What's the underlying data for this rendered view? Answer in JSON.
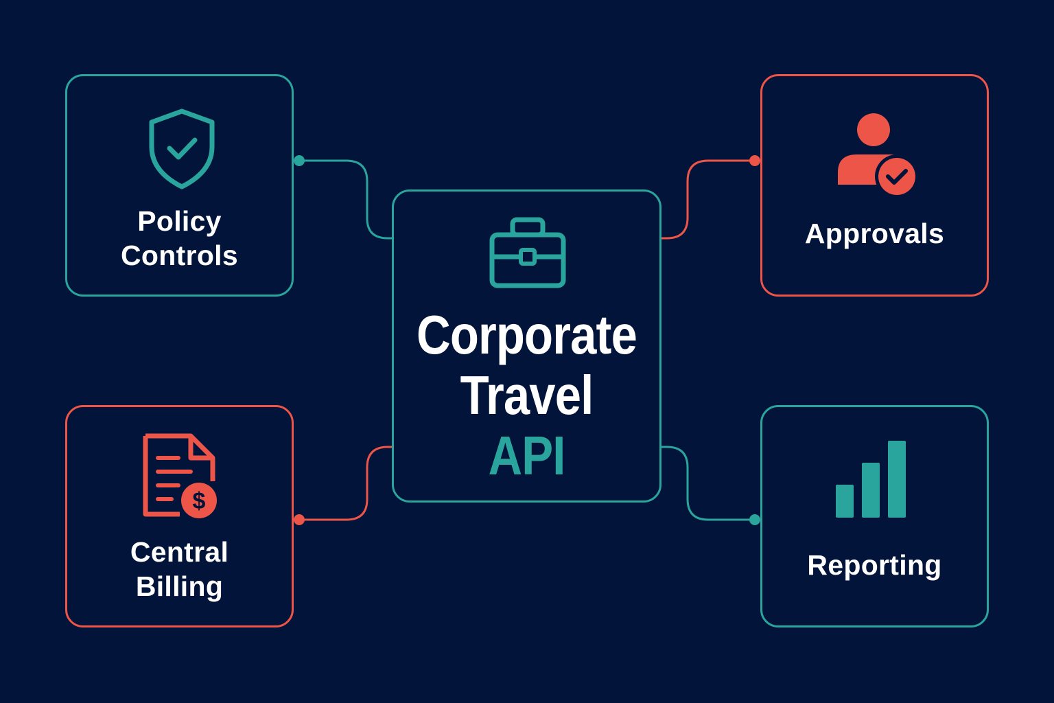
{
  "colors": {
    "background": "#03143a",
    "teal": "#2aa59e",
    "coral": "#ec5548",
    "text": "#ffffff"
  },
  "center": {
    "line1": "Corporate",
    "line2": "Travel",
    "line3": "API",
    "icon": "briefcase-icon"
  },
  "nodes": {
    "policy": {
      "line1": "Policy",
      "line2": "Controls",
      "icon": "shield-check-icon"
    },
    "approvals": {
      "label": "Approvals",
      "icon": "user-check-icon"
    },
    "billing": {
      "line1": "Central",
      "line2": "Billing",
      "icon": "invoice-dollar-icon"
    },
    "reporting": {
      "label": "Reporting",
      "icon": "bar-chart-icon"
    }
  }
}
